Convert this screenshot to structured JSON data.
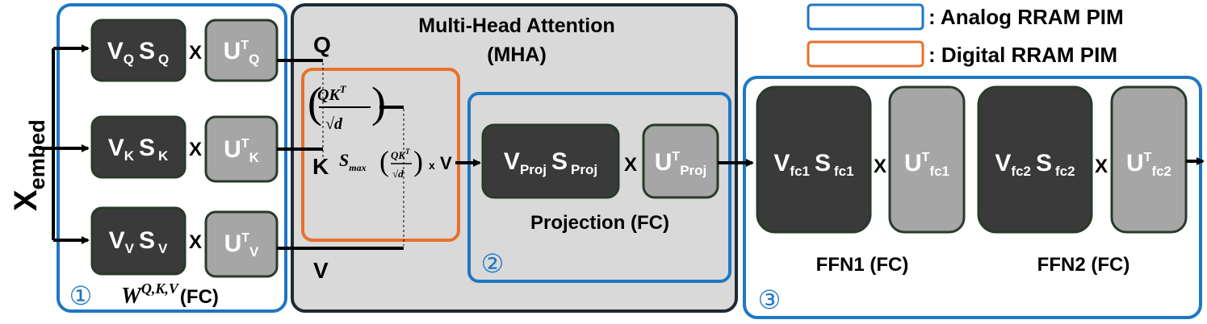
{
  "colors": {
    "analog": "#1f77c4",
    "digital": "#e8702a",
    "mha_bg": "#d9d9d9",
    "dark_block": "#3a3a3a",
    "light_block": "#a6a6a6",
    "block_border": "#2a3a2a"
  },
  "legend": {
    "analog": ": Analog RRAM PIM",
    "digital": ": Digital  RRAM PIM"
  },
  "input": {
    "base": "X",
    "sub": "embed"
  },
  "mha": {
    "title": "Multi-Head Attention",
    "abbr": "(MHA)"
  },
  "section1": {
    "badge": "①",
    "label_w": "W",
    "label_sup": "Q,K,V",
    "label_fc": "(FC)",
    "rows": [
      {
        "v": "V",
        "s": "S",
        "sub": "Q",
        "u": "U",
        "usup": "T",
        "usub": "Q",
        "out": "Q"
      },
      {
        "v": "V",
        "s": "S",
        "sub": "K",
        "u": "U",
        "usup": "T",
        "usub": "K",
        "out": "K"
      },
      {
        "v": "V",
        "s": "S",
        "sub": "V",
        "u": "U",
        "usup": "T",
        "usub": "V",
        "out": "V"
      }
    ]
  },
  "attention": {
    "num": "QK",
    "sup": "T",
    "den": "√d",
    "smax": "S",
    "smax_sub": "max",
    "times": "x",
    "v": "V"
  },
  "section2": {
    "badge": "②",
    "label": "Projection (FC)",
    "v": "V",
    "s": "S",
    "sub": "Proj",
    "u": "U",
    "usup": "T",
    "usub": "Proj"
  },
  "section3": {
    "badge": "③",
    "ffn1_label": "FFN1 (FC)",
    "ffn2_label": "FFN2 (FC)",
    "fc1": {
      "v": "V",
      "s": "S",
      "sub": "fc1",
      "u": "U",
      "usup": "T",
      "usub": "fc1"
    },
    "fc2": {
      "v": "V",
      "s": "S",
      "sub": "fc2",
      "u": "U",
      "usup": "T",
      "usub": "fc2"
    }
  },
  "times_sign": "X"
}
